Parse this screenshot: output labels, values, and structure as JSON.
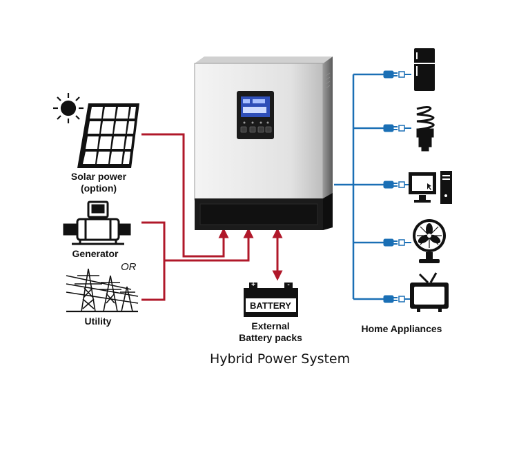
{
  "sources": {
    "solar_line1": "Solar power",
    "solar_line2": "(option)",
    "generator": "Generator",
    "or": "OR",
    "utility": "Utility"
  },
  "battery": {
    "badge": "BATTERY",
    "caption_line1": "External",
    "caption_line2": "Battery packs"
  },
  "loads": {
    "caption": "Home Appliances",
    "icons": [
      "refrigerator-icon",
      "lightbulb-icon",
      "computer-icon",
      "fan-icon",
      "tv-icon"
    ]
  },
  "title": "Hybrid Power System",
  "colors": {
    "input_wire": "#b0182a",
    "output_wire": "#1a6fb5",
    "inverter_body": "#e6e6e6",
    "inverter_base": "#1b1b1b",
    "lcd": "#2f4fb8"
  }
}
